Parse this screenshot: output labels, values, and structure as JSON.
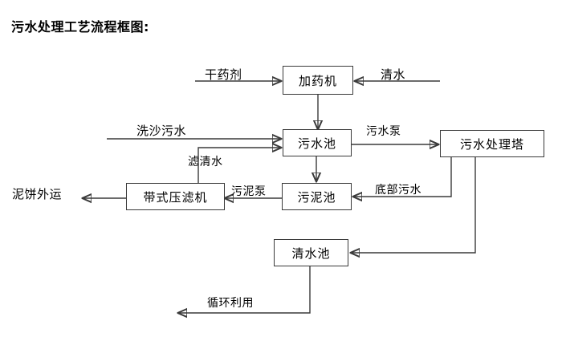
{
  "title": "污水处理工艺流程框图:",
  "nodes": {
    "dosing_machine": "加药机",
    "sewage_pool": "污水池",
    "treatment_tower": "污水处理塔",
    "belt_filter_press": "带式压滤机",
    "sludge_pool": "污泥池",
    "clean_water_pool": "清水池"
  },
  "terminals": {
    "dry_chemical": "干药剂",
    "clean_water_in": "清水",
    "sand_wash_sewage": "洗沙污水",
    "mud_cake_out": "泥饼外运"
  },
  "edge_labels": {
    "filtered_water": "滤清水",
    "sewage_pump": "污水泵",
    "sludge_pump": "污泥泵",
    "bottom_sewage": "底部污水",
    "recycle": "循环利用"
  },
  "colors": {
    "stroke": "#3a3a3a",
    "text": "#000000",
    "background": "#ffffff"
  }
}
